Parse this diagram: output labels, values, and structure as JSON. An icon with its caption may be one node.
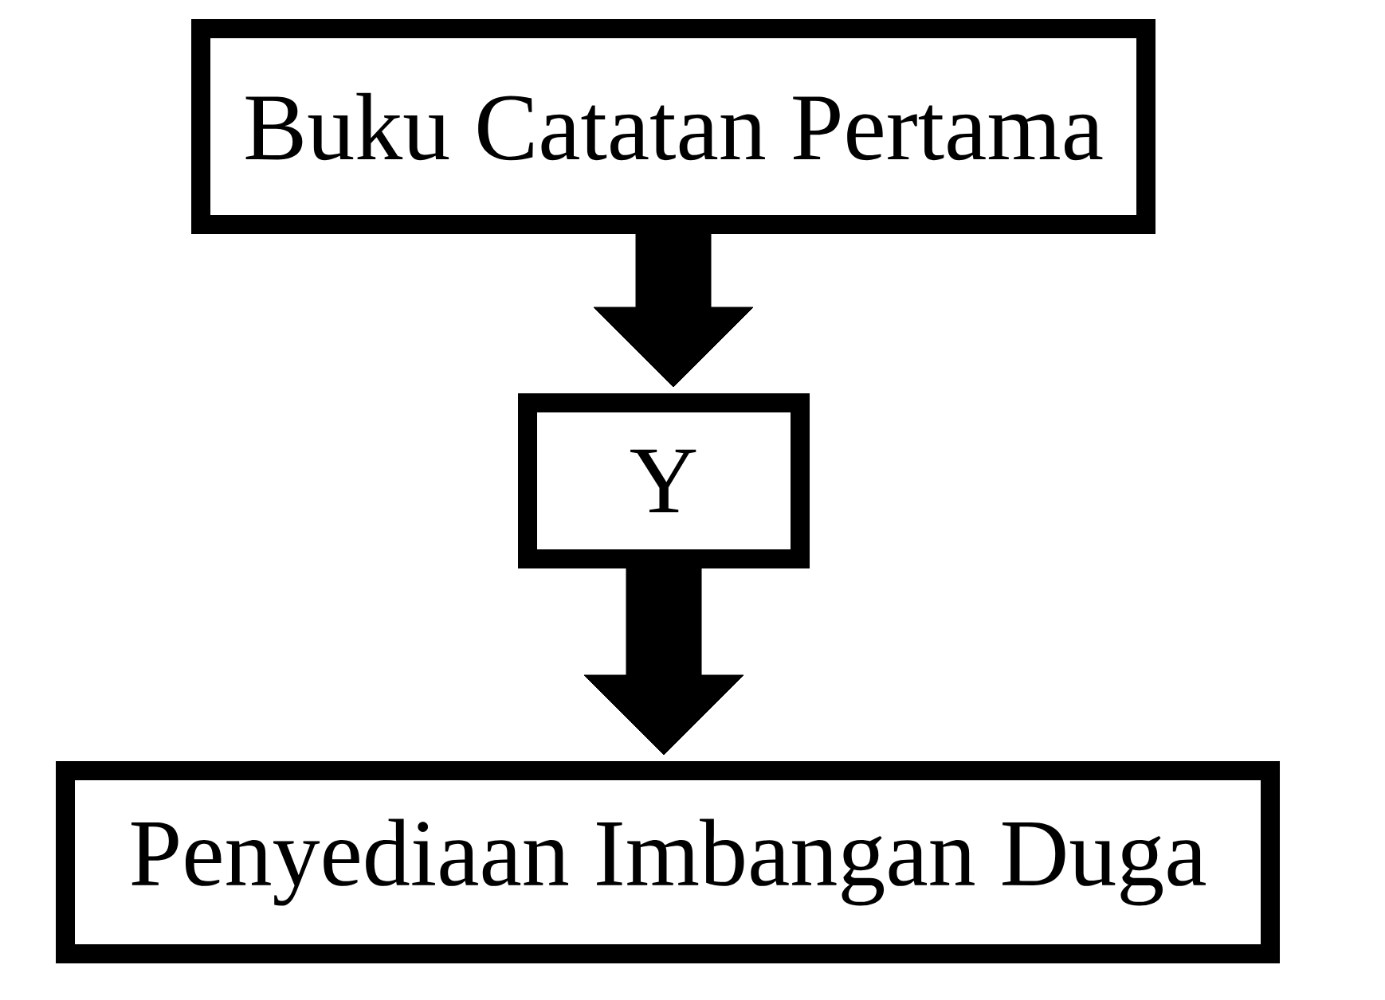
{
  "diagram": {
    "nodes": [
      {
        "text": [
          "Buku Catatan Pertama"
        ]
      },
      {
        "text": [
          "Y"
        ]
      },
      {
        "text": [
          "Penyediaan Imbangan Duga"
        ]
      }
    ],
    "edges": [
      {
        "from": 0,
        "to": 1,
        "arrow": "to"
      },
      {
        "from": 1,
        "to": 2,
        "arrow": "to"
      }
    ]
  }
}
